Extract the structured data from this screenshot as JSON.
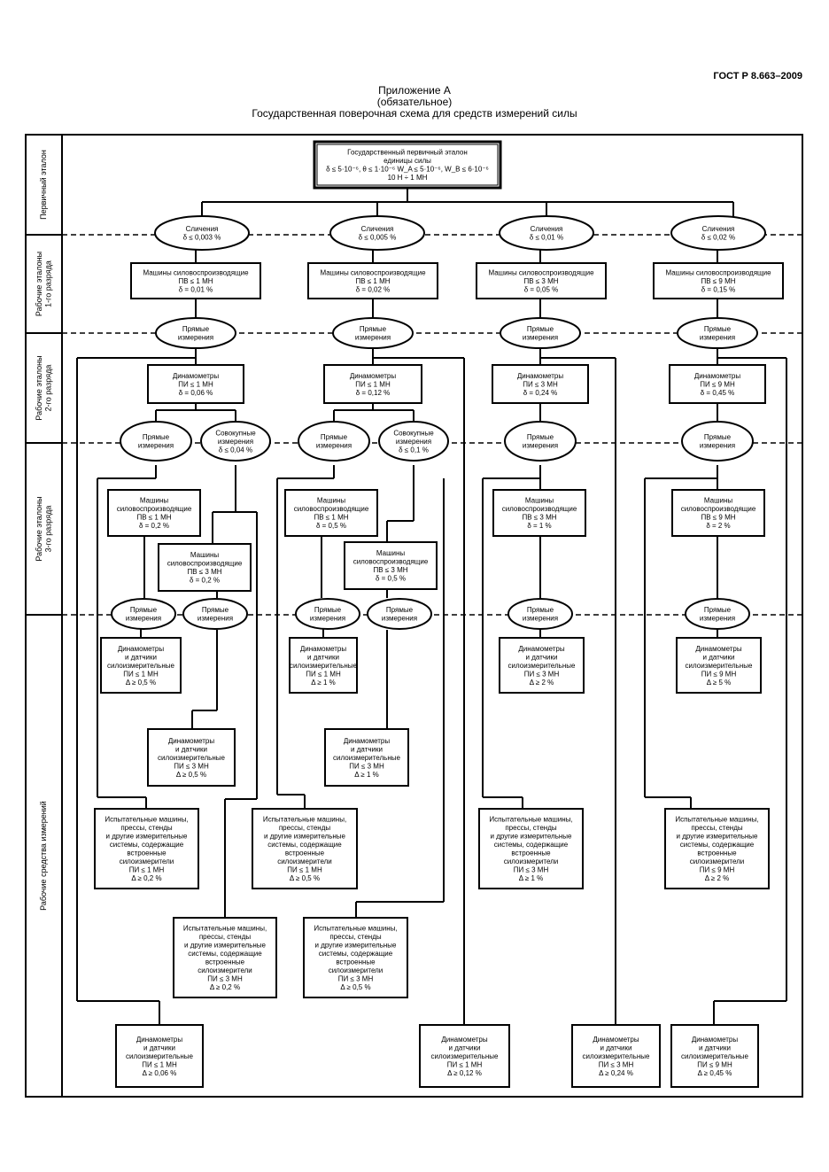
{
  "doc_code": "ГОСТ Р 8.663–2009",
  "header": {
    "appendix": "Приложение А",
    "status": "(обязательное)",
    "title": "Государственная поверочная схема для средств измерений силы"
  },
  "rows": [
    "Первичный эталон",
    "Рабочие эталоны|1-го разряда",
    "Рабочие эталоны|2-го разряда",
    "Рабочие эталоны|3-го разряда",
    "Рабочие средства измерений"
  ],
  "primary": "Государственный первичный эталон|единицы силы|δ ≤ 5·10⁻⁶, θ ≤ 1·10⁻⁶  W_A ≤ 5·10⁻⁶, W_B ≤ 6·10⁻⁶|10 Н ÷ 1 МН",
  "ovals": {
    "comp_1": "Сличения|δ ≤ 0,003 %",
    "comp_2": "Сличения|δ ≤ 0,005 %",
    "comp_3": "Сличения|δ ≤ 0,01 %",
    "comp_4": "Сличения|δ ≤ 0,02 %",
    "direct": "Прямые|измерения",
    "aggregate_1": "Совокупные|измерения|δ ≤ 0,04 %",
    "aggregate_2": "Совокупные|измерения|δ ≤ 0,1 %"
  },
  "boxes": {
    "r1_1": "Машины силовоспроизводящие|ПВ ≤ 1 МН|δ = 0,01 %",
    "r1_2": "Машины силовоспроизводящие|ПВ ≤ 1 МН|δ = 0,02 %",
    "r1_3": "Машины силовоспроизводящие|ПВ ≤ 3 МН|δ = 0,05 %",
    "r1_4": "Машины силовоспроизводящие|ПВ ≤ 9 МН|δ = 0,15 %",
    "r2_1": "Динамометры|ПИ ≤ 1 МН|δ = 0,06 %",
    "r2_2": "Динамометры|ПИ ≤ 1 МН|δ = 0,12 %",
    "r2_3": "Динамометры|ПИ ≤ 3 МН|δ = 0,24 %",
    "r2_4": "Динамометры|ПИ ≤ 9 МН|δ = 0,45 %",
    "r3_1a": "Машины|силовоспроизводящие|ПВ ≤ 1 МН|δ = 0,2 %",
    "r3_1b": "Машины|силовоспроизводящие|ПВ ≤ 3 МН|δ = 0,2 %",
    "r3_2a": "Машины|силовоспроизводящие|ПВ ≤ 1 МН|δ = 0,5 %",
    "r3_2b": "Машины|силовоспроизводящие|ПВ ≤ 3 МН|δ = 0,5 %",
    "r3_3": "Машины|силовоспроизводящие|ПВ ≤ 3 МН|δ = 1 %",
    "r3_4": "Машины|силовоспроизводящие|ПВ ≤ 9 МН|δ = 2 %",
    "w1_a": "Динамометры|и датчики|силоизмерительные|ПИ ≤ 1 МН|Δ ≥ 0,5 %",
    "w1_b": "Динамометры|и датчики|силоизмерительные|ПИ ≤ 3 МН|Δ ≥ 0,5 %",
    "w1_c": "Испытательные машины,|прессы, стенды|и другие измерительные|системы, содержащие|встроенные|силоизмерители|ПИ ≤ 1 МН|Δ ≥ 0,2 %",
    "w1_d": "Испытательные машины,|прессы, стенды|и другие измерительные|системы, содержащие|встроенные|силоизмерители|ПИ ≤ 3 МН|Δ ≥ 0,2 %",
    "w1_e": "Динамометры|и датчики|силоизмерительные|ПИ ≤ 1 МН|Δ ≥ 0,06 %",
    "w2_a": "Динамометры|и датчики|силоизмерительные|ПИ ≤ 1 МН|Δ ≥ 1 %",
    "w2_b": "Динамометры|и датчики|силоизмерительные|ПИ ≤ 3 МН|Δ ≥ 1 %",
    "w2_c": "Испытательные машины,|прессы, стенды|и другие измерительные|системы, содержащие|встроенные|силоизмерители|ПИ ≤ 1 МН|Δ ≥ 0,5 %",
    "w2_d": "Испытательные машины,|прессы, стенды|и другие измерительные|системы, содержащие|встроенные|силоизмерители|ПИ ≤ 3 МН|Δ ≥ 0,5 %",
    "w2_e": "Динамометры|и датчики|силоизмерительные|ПИ ≤ 1 МН|Δ ≥ 0,12 %",
    "w3_a": "Динамометры|и датчики|силоизмерительные|ПИ ≤ 3 МН|Δ ≥ 2 %",
    "w3_c": "Испытательные машины,|прессы, стенды|и другие измерительные|системы, содержащие|встроенные|силоизмерители|ПИ ≤ 3 МН|Δ ≥ 1 %",
    "w3_e": "Динамометры|и датчики|силоизмерительные|ПИ ≤ 3 МН|Δ ≥ 0,24 %",
    "w4_a": "Динамометры|и датчики|силоизмерительные|ПИ ≤ 9 МН|Δ ≥ 5 %",
    "w4_c": "Испытательные машины,|прессы, стенды|и другие измерительные|системы, содержащие|встроенные|силоизмерители|ПИ ≤ 9 МН|Δ ≥ 2 %",
    "w4_e": "Динамометры|и датчики|силоизмерительные|ПИ ≤ 9 МН|Δ ≥ 0,45 %"
  }
}
